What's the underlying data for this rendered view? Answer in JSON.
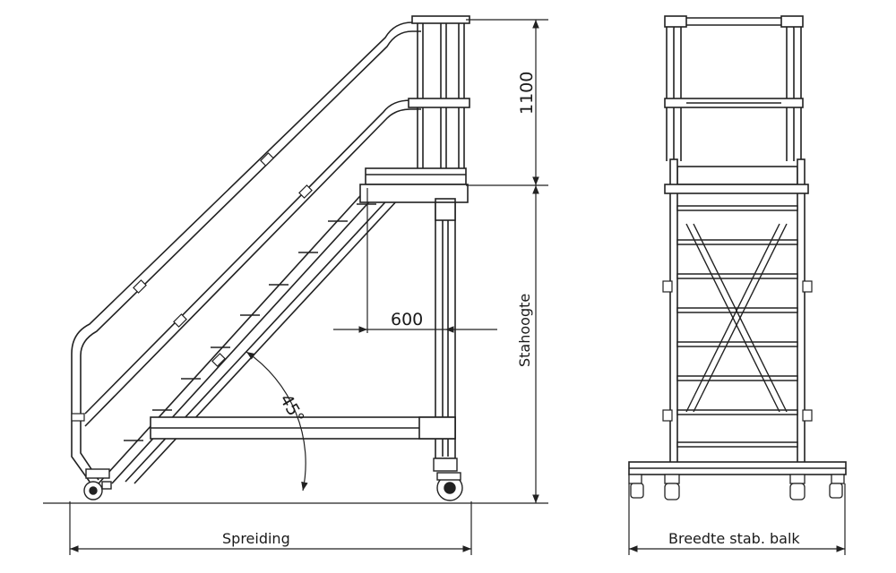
{
  "dimensions": {
    "handrail_height": "1100",
    "platform_depth": "600",
    "angle": "45°",
    "standing_height_label": "Stahoogte",
    "spread_label": "Spreiding",
    "stabilizer_width_label": "Breedte stab. balk"
  }
}
